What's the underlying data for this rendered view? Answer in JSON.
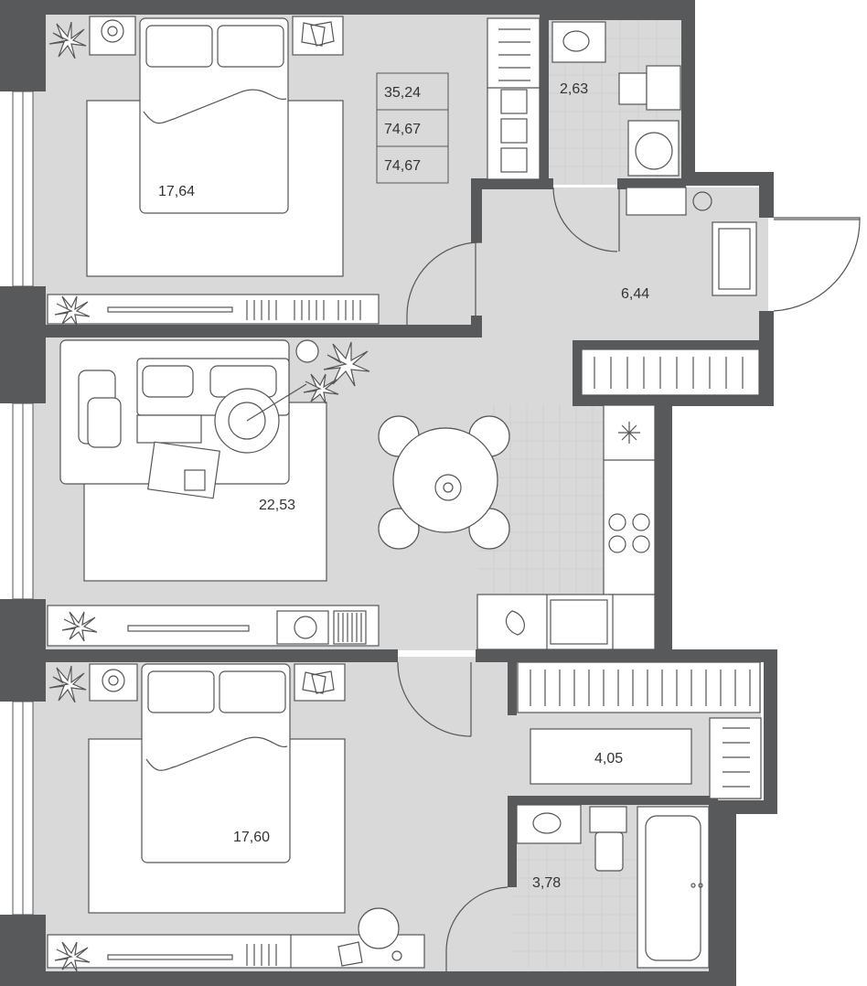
{
  "colors": {
    "wall": "#58595b",
    "floor": "#d9d9d9",
    "furniture": "#ffffff",
    "line": "#555555",
    "tile": "#cfcfcf",
    "text": "#333333"
  },
  "summary": {
    "living_area": "35,24",
    "total_area": "74,67",
    "total_area_2": "74,67"
  },
  "rooms": {
    "bedroom_top": "17,64",
    "bathroom_top": "2,63",
    "hallway": "6,44",
    "living_room": "22,53",
    "wardrobe": "4,05",
    "bedroom_bottom": "17,60",
    "bathroom_bottom": "3,78"
  },
  "icons": [
    "bed-icon",
    "plant-icon",
    "lamp-icon",
    "books-icon",
    "sofa-icon",
    "table-icon",
    "chair-icon",
    "sink-icon",
    "toilet-icon",
    "washer-icon",
    "bathtub-icon",
    "stove-icon",
    "hanger-icon",
    "door-icon",
    "window-icon"
  ]
}
